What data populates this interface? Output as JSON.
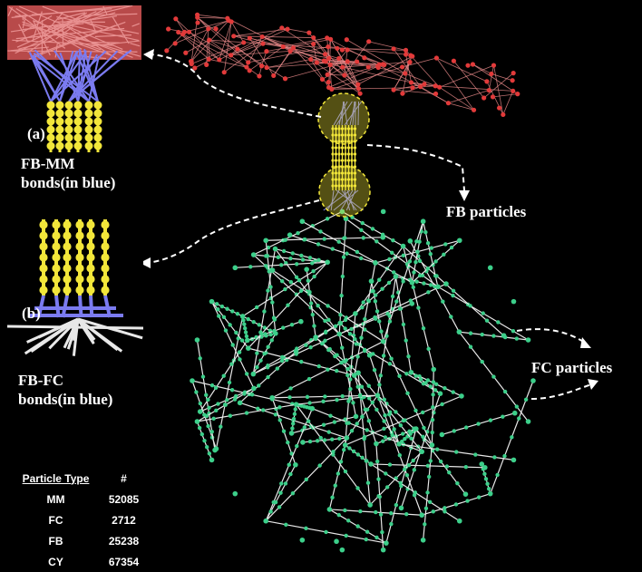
{
  "panels": {
    "a": {
      "letter": "(a)",
      "caption_line1": "FB-MM",
      "caption_line2": "bonds(in blue)"
    },
    "b": {
      "letter": "(b)",
      "caption_line1": "FB-FC",
      "caption_line2": "bonds(in blue)"
    }
  },
  "callouts": {
    "fb_particles": "FB particles",
    "fc_particles": "FC particles"
  },
  "particle_table": {
    "header": {
      "type": "Particle Type",
      "count": "#"
    },
    "rows": [
      {
        "type": "MM",
        "count": "52085"
      },
      {
        "type": "FC",
        "count": "2712"
      },
      {
        "type": "FB",
        "count": "25238"
      },
      {
        "type": "CY",
        "count": "67354"
      }
    ]
  },
  "colors": {
    "background": "#000000",
    "mm_network": "#e23a3a",
    "fc_network": "#3ccf8a",
    "fc_bonds": "#e8e8e8",
    "fb_particles": "#f2e63a",
    "bonds_blue": "#7b7bf0",
    "highlight": "#f2e63a"
  }
}
